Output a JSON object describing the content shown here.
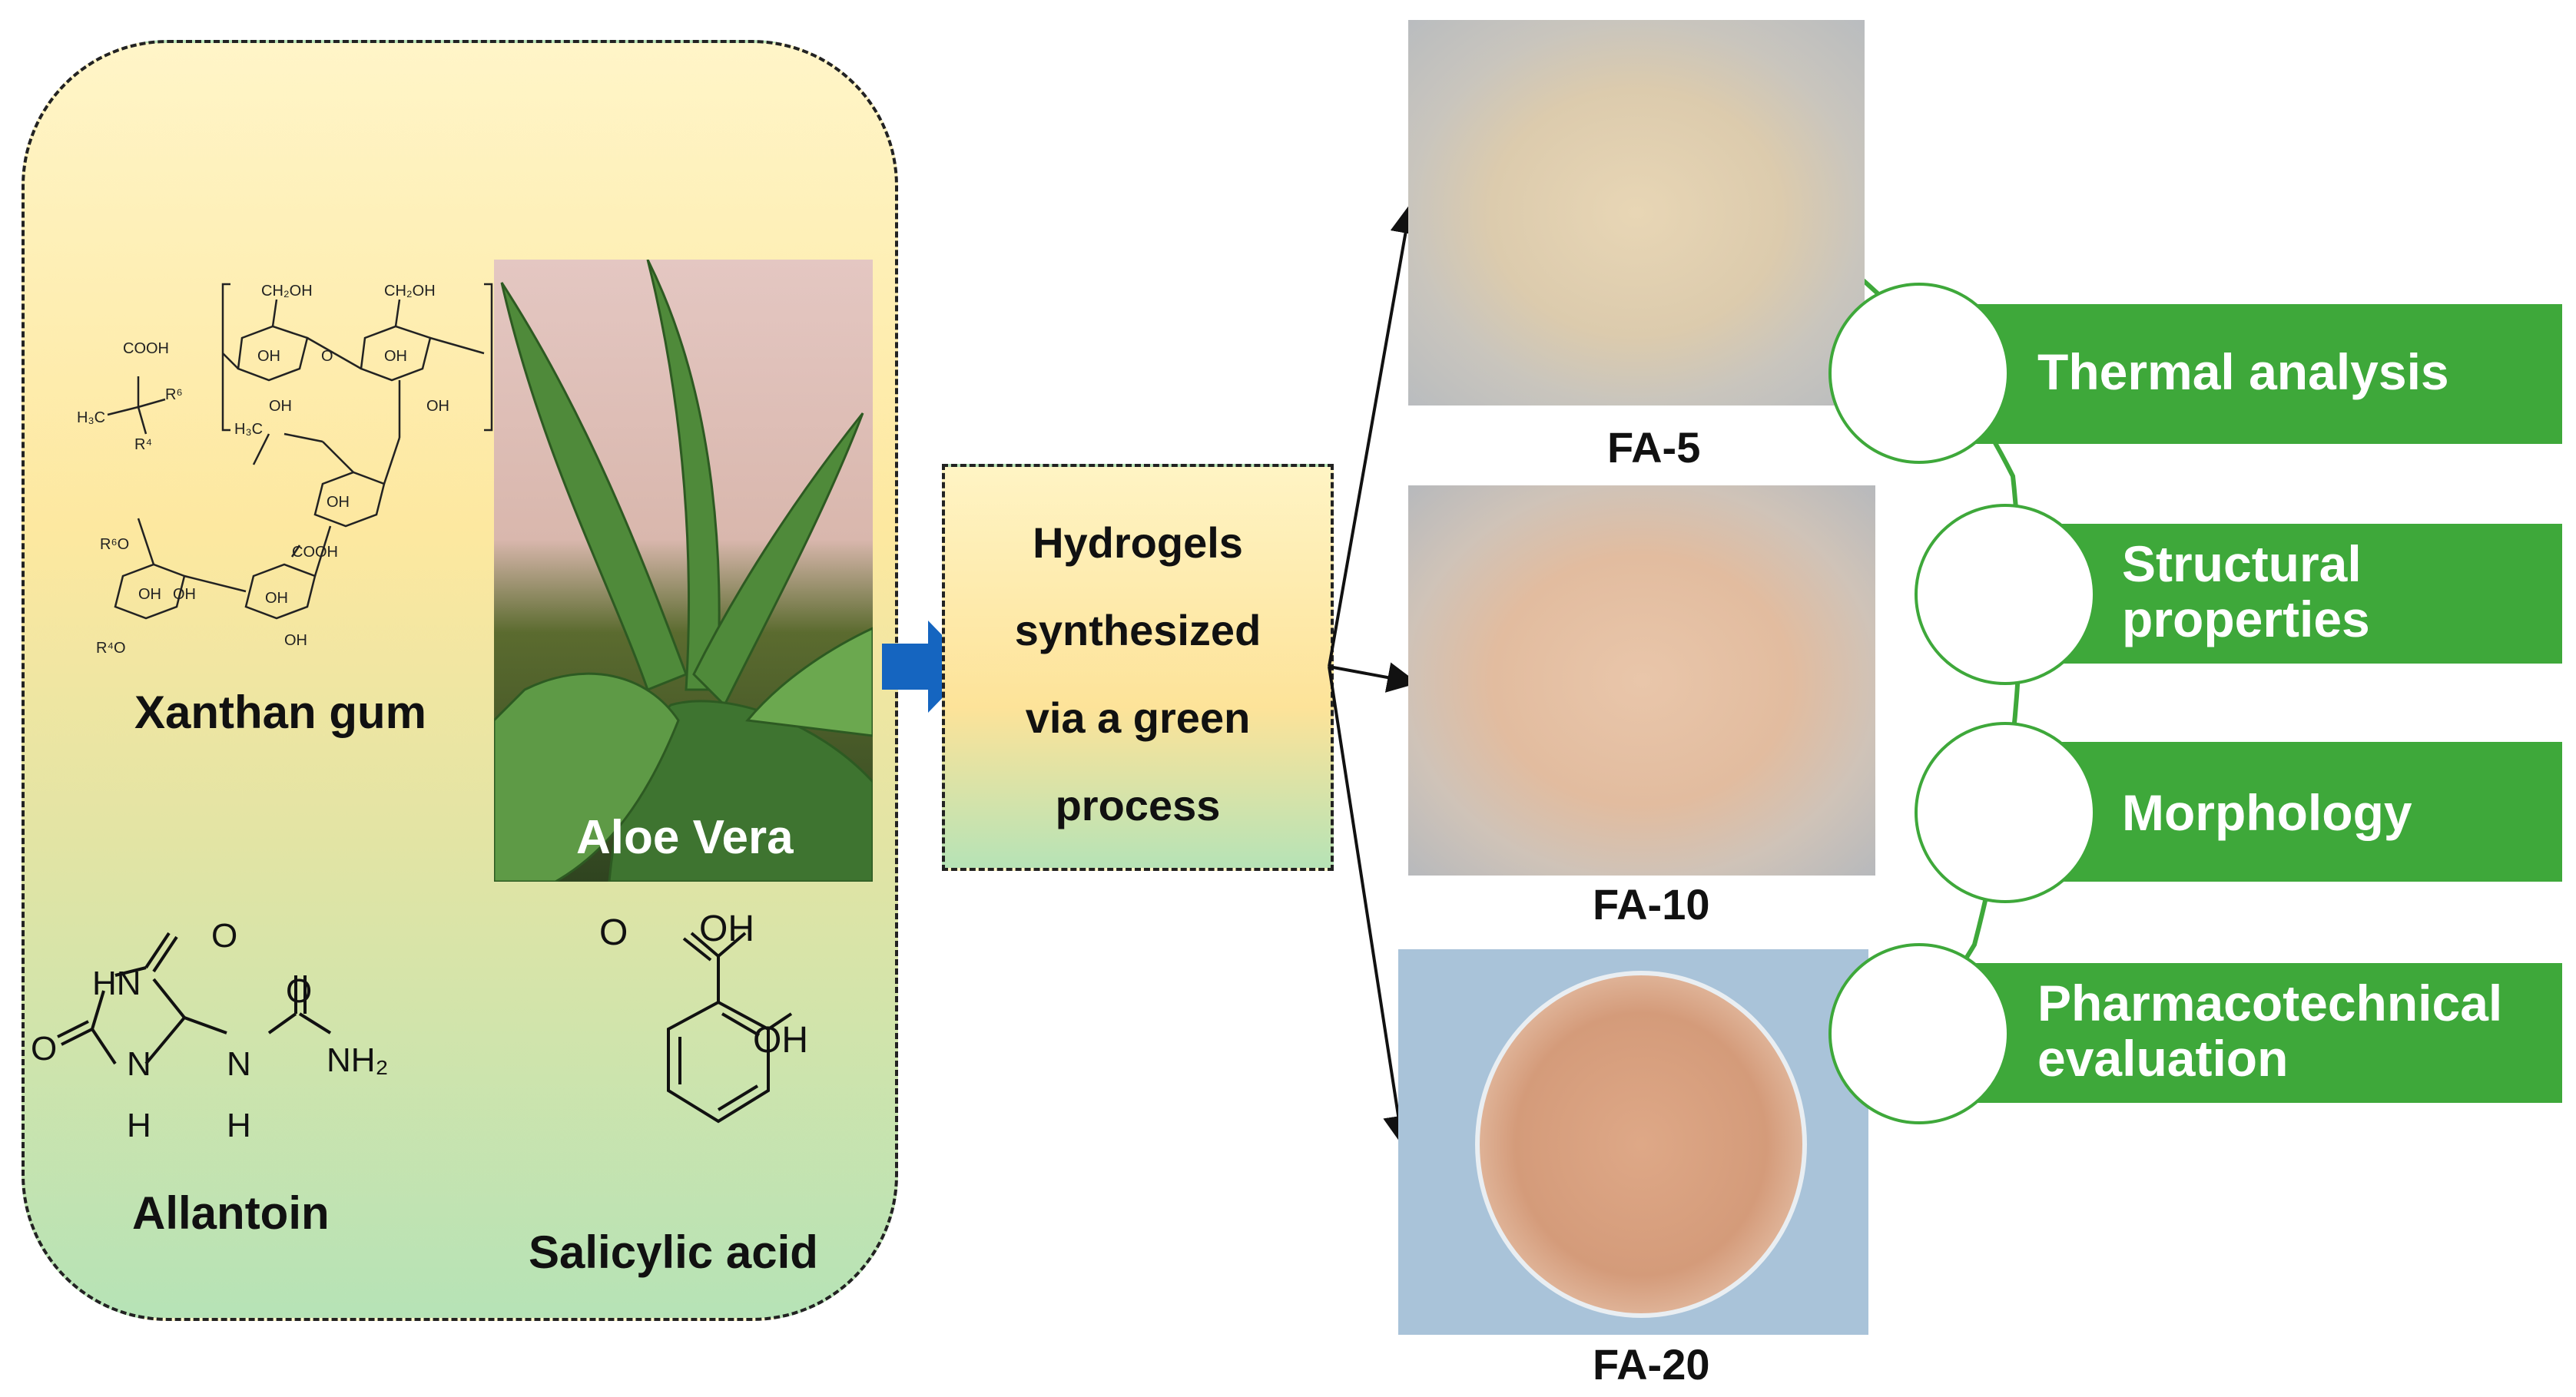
{
  "ingredients": {
    "xanthan": "Xanthan gum",
    "aloe": "Aloe Vera",
    "allantoin": "Allantoin",
    "salicylic": "Salicylic acid"
  },
  "process_text": "Hydrogels\nsynthesized\nvia a green\nprocess",
  "samples": [
    "FA-5",
    "FA-10",
    "FA-20"
  ],
  "analyses": [
    "Thermal analysis",
    "Structural\nproperties",
    "Morphology",
    "Pharmacotechnical\nevaluation"
  ],
  "chem_text": {
    "cooh": "COOH",
    "ch2oh": "CH₂OH",
    "oh": "OH",
    "h3c": "H₃C",
    "o": "O",
    "hn": "HN",
    "nh2": "NH₂",
    "h": "H",
    "n": "N",
    "r6o": "R⁶O",
    "r4o": "R⁴O",
    "r6": "R⁶",
    "r4": "R⁴"
  },
  "colors": {
    "accent_green": "#3ea83a",
    "arrow_blue": "#1565c0"
  }
}
